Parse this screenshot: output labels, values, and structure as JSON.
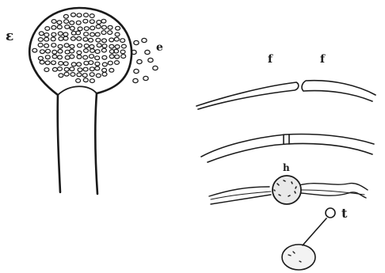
{
  "figure": {
    "ink_color": "#1a1a1a",
    "paper_color": "#ffffff",
    "labels": {
      "g": "ε",
      "e": "e",
      "f_left": "f",
      "f_right": "f",
      "h": "h",
      "t": "t"
    }
  }
}
